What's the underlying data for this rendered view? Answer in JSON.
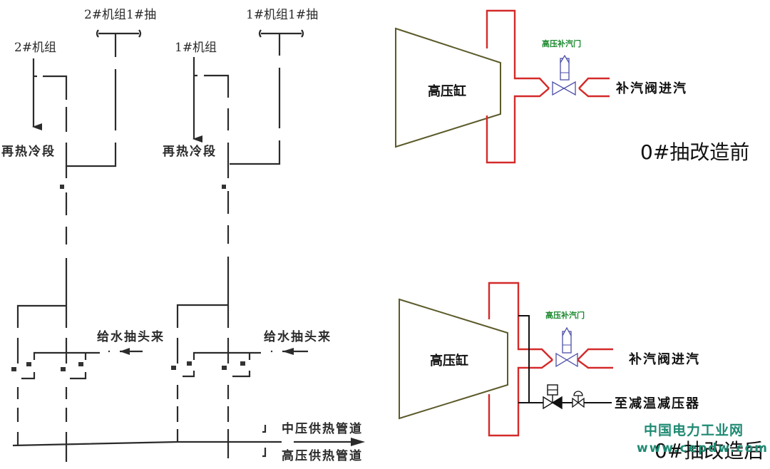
{
  "left_diagram": {
    "unit2_extraction_label": "2#机组1#抽",
    "unit1_extraction_label": "1#机组1#抽",
    "unit2_label": "2#机组",
    "unit1_label": "1#机组",
    "reheat_cold_unit2": "再热冷段",
    "reheat_cold_unit1": "再热冷段",
    "feedwater_tap_1": "给水抽头来",
    "feedwater_tap_2": "给水抽头来",
    "mid_pressure_header": "中压供热管道",
    "high_pressure_header": "高压供热管道"
  },
  "right_top": {
    "cylinder_label": "高压缸",
    "valve_label": "高压补汽门",
    "steam_inlet_label": "补汽阀进汽",
    "caption": "0#抽改造前"
  },
  "right_bottom": {
    "cylinder_label": "高压缸",
    "valve_label": "高压补汽门",
    "steam_inlet_label": "补汽阀进汽",
    "desuperheater_label": "至减温减压器",
    "caption": "0#抽改造后"
  },
  "watermark": {
    "name": "中国电力工业网",
    "url": "www.cepdw.com"
  },
  "colors": {
    "steam_line": "#d42a2a",
    "valve": "#4b4fa8",
    "valve_label": "#1c8a2e",
    "watermark": "#1f8a73",
    "cylinder_outline": "#5c5a2a"
  }
}
